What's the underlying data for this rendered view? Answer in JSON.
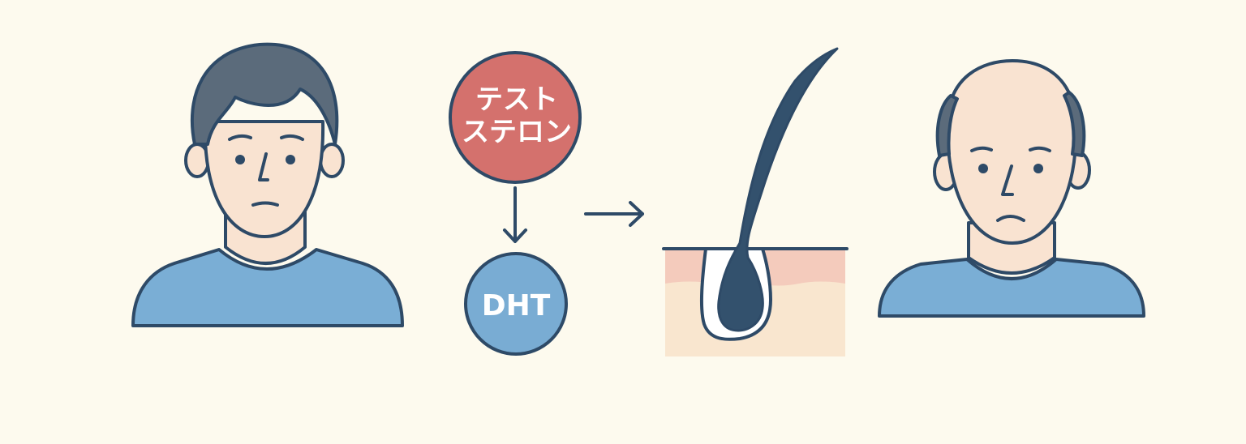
{
  "diagram": {
    "testosterone_node": {
      "label_line1": "テスト",
      "label_line2": "ステロン"
    },
    "dht_node": {
      "label": "DHT"
    }
  },
  "colors": {
    "background": "#fdfaee",
    "outline": "#2e4a67",
    "testosterone_fill": "#d4716d",
    "dht_fill": "#79acd3",
    "skin": "#f9e3d1",
    "hair": "#5b6b7b",
    "shirt": "#7aaed5",
    "hair_strand": "#33516d",
    "skin_tissue": "#f9e6cf",
    "skin_surface": "#f4cbbc"
  },
  "icons": [
    "man-with-hair-icon",
    "arrow-down-icon",
    "arrow-right-icon",
    "hair-follicle-icon",
    "balding-man-icon"
  ]
}
